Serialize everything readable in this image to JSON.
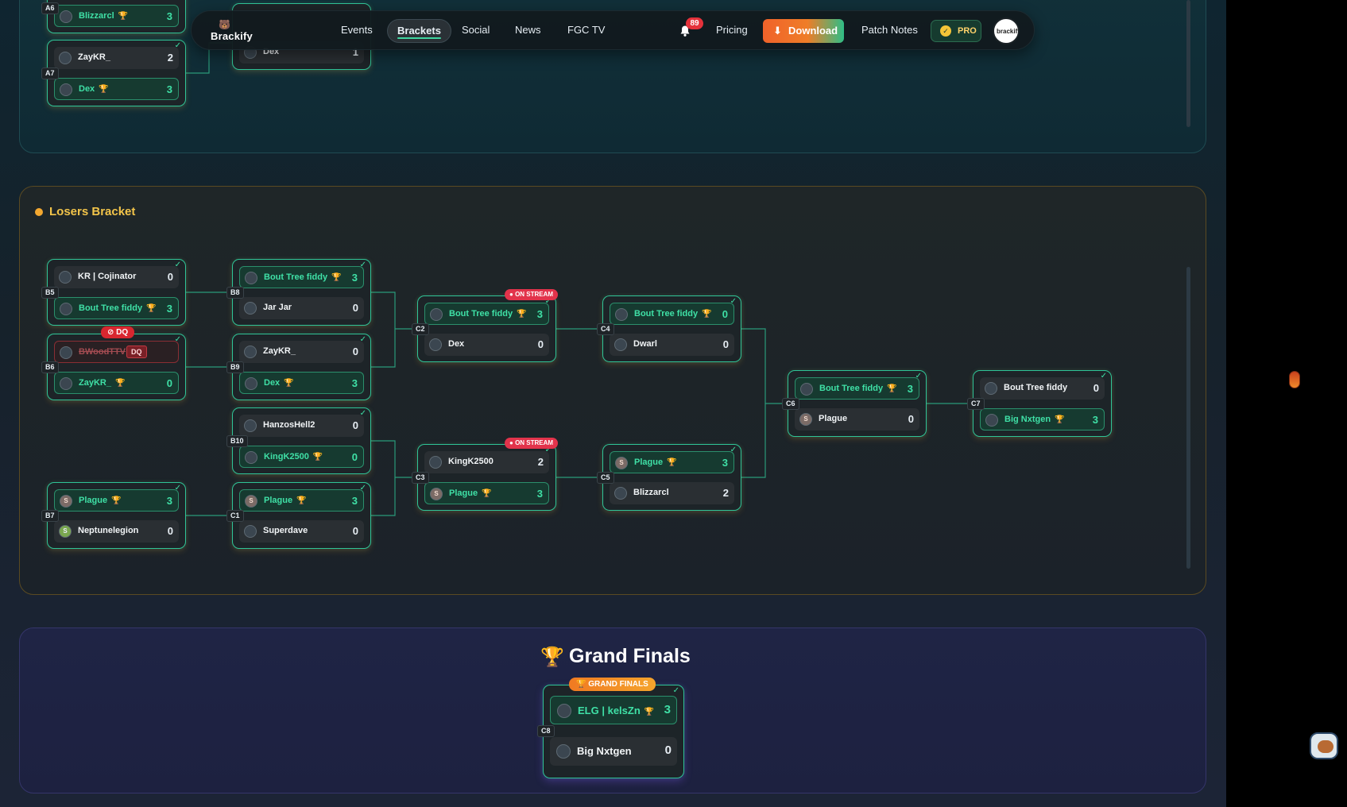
{
  "nav": {
    "logo_text": "Brackify",
    "links": [
      "Events",
      "Brackets",
      "Social",
      "News",
      "FGC TV"
    ],
    "active": "Brackets",
    "notification_count": "89",
    "pricing": "Pricing",
    "download": "Download",
    "patch_notes": "Patch Notes",
    "pro": "PRO",
    "avatar_text": "brackify"
  },
  "winners_top": {
    "partial_match_a6": {
      "id": "A6",
      "p2": {
        "name": "Blizzarcl",
        "score": "3"
      }
    },
    "match_a7": {
      "id": "A7",
      "p1": {
        "name": "ZayKR_",
        "score": "2"
      },
      "p2": {
        "name": "Dex",
        "score": "3"
      }
    },
    "partial_next": {
      "p2": {
        "name": "Dex",
        "score": "1"
      }
    }
  },
  "losers": {
    "title": "Losers Bracket",
    "matches": [
      {
        "id": "B5",
        "p1": {
          "name": "KR | Cojinator",
          "score": "0"
        },
        "p2": {
          "name": "Bout Tree fiddy",
          "score": "3"
        },
        "winner": 2
      },
      {
        "id": "B6",
        "badge": "DQ",
        "p1": {
          "name": "BWoodTTV",
          "score": "",
          "tag": "DQ"
        },
        "p2": {
          "name": "ZayKR_",
          "score": "0"
        },
        "winner": 2
      },
      {
        "id": "B7",
        "p1": {
          "name": "Plague",
          "score": "3"
        },
        "p2": {
          "name": "Neptunelegion",
          "score": "0"
        },
        "winner": 1
      },
      {
        "id": "B8",
        "p1": {
          "name": "Bout Tree fiddy",
          "score": "3"
        },
        "p2": {
          "name": "Jar Jar",
          "score": "0"
        },
        "winner": 1
      },
      {
        "id": "B9",
        "p1": {
          "name": "ZayKR_",
          "score": "0"
        },
        "p2": {
          "name": "Dex",
          "score": "3"
        },
        "winner": 2
      },
      {
        "id": "B10",
        "p1": {
          "name": "HanzosHell2",
          "score": "0"
        },
        "p2": {
          "name": "KingK2500",
          "score": "0"
        },
        "winner": 2
      },
      {
        "id": "C1",
        "p1": {
          "name": "Plague",
          "score": "3"
        },
        "p2": {
          "name": "Superdave",
          "score": "0"
        },
        "winner": 1
      },
      {
        "id": "C2",
        "badge": "ON STREAM",
        "p1": {
          "name": "Bout Tree fiddy",
          "score": "3"
        },
        "p2": {
          "name": "Dex",
          "score": "0"
        },
        "winner": 1
      },
      {
        "id": "C3",
        "badge": "ON STREAM",
        "p1": {
          "name": "KingK2500",
          "score": "2"
        },
        "p2": {
          "name": "Plague",
          "score": "3"
        },
        "winner": 2
      },
      {
        "id": "C4",
        "p1": {
          "name": "Bout Tree fiddy",
          "score": "0"
        },
        "p2": {
          "name": "Dwarl",
          "score": "0"
        },
        "winner": 1
      },
      {
        "id": "C5",
        "p1": {
          "name": "Plague",
          "score": "3"
        },
        "p2": {
          "name": "Blizzarcl",
          "score": "2"
        },
        "winner": 1
      },
      {
        "id": "C6",
        "p1": {
          "name": "Bout Tree fiddy",
          "score": "3"
        },
        "p2": {
          "name": "Plague",
          "score": "0"
        },
        "winner": 1
      },
      {
        "id": "C7",
        "p1": {
          "name": "Bout Tree fiddy",
          "score": "0"
        },
        "p2": {
          "name": "Big Nxtgen",
          "score": "3"
        },
        "winner": 2
      }
    ]
  },
  "grand_finals": {
    "title": "Grand Finals",
    "badge": "GRAND FINALS",
    "match": {
      "id": "C8",
      "p1": {
        "name": "ELG | kelsZn",
        "score": "3"
      },
      "p2": {
        "name": "Big Nxtgen",
        "score": "0"
      },
      "winner": 1
    }
  },
  "colors": {
    "accent": "#3fe0a6",
    "download": "#f0622a",
    "losers": "#f3c54a",
    "stream": "#e2334b"
  }
}
